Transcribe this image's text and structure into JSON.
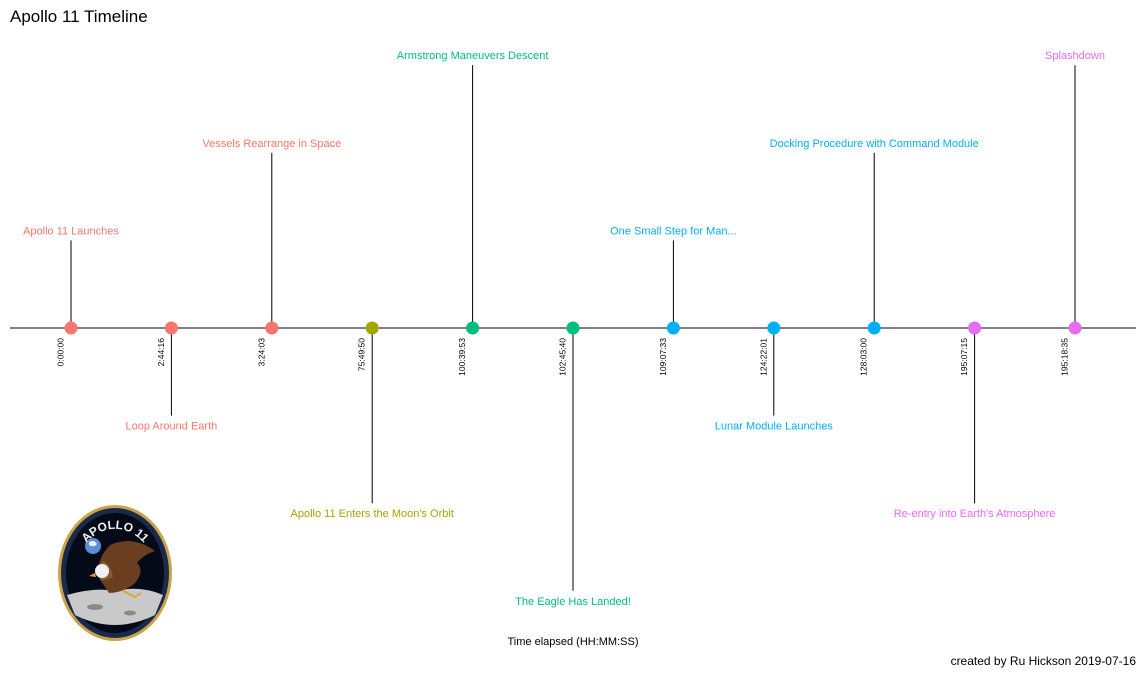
{
  "chart_data": {
    "type": "timeline",
    "title": "Apollo 11 Timeline",
    "xlabel": "Time elapsed (HH:MM:SS)",
    "caption": "created by Ru Hickson 2019-07-16",
    "phase_colors": {
      "launch": "#f8766d",
      "orbit": "#a3a500",
      "landing": "#00bf7d",
      "moon": "#00b0f6",
      "return": "#e76bf3"
    },
    "events": [
      {
        "time": "0:00:00",
        "label": "Apollo 11 Launches",
        "phase": "launch",
        "height": 3
      },
      {
        "time": "2:44:16",
        "label": "Loop Around Earth",
        "phase": "launch",
        "height": -3
      },
      {
        "time": "3:24:03",
        "label": "Vessels Rearrange in Space",
        "phase": "launch",
        "height": 6
      },
      {
        "time": "75:49:50",
        "label": "Apollo 11 Enters the Moon's Orbit",
        "phase": "orbit",
        "height": -6
      },
      {
        "time": "100:39:53",
        "label": "Armstrong Maneuvers Descent",
        "phase": "landing",
        "height": 9
      },
      {
        "time": "102:45:40",
        "label": "The Eagle Has Landed!",
        "phase": "landing",
        "height": -9
      },
      {
        "time": "109:07:33",
        "label": "One Small Step for Man...",
        "phase": "moon",
        "height": 3
      },
      {
        "time": "124:22:01",
        "label": "Lunar Module Launches",
        "phase": "moon",
        "height": -3
      },
      {
        "time": "128:03:00",
        "label": "Docking Procedure with Command Module",
        "phase": "moon",
        "height": 6
      },
      {
        "time": "195:07:15",
        "label": "Re-entry into Earth's Atmosphere",
        "phase": "return",
        "height": -6
      },
      {
        "time": "195:18:35",
        "label": "Splashdown",
        "phase": "return",
        "height": 9
      }
    ],
    "logo_text": "APOLLO 11"
  }
}
